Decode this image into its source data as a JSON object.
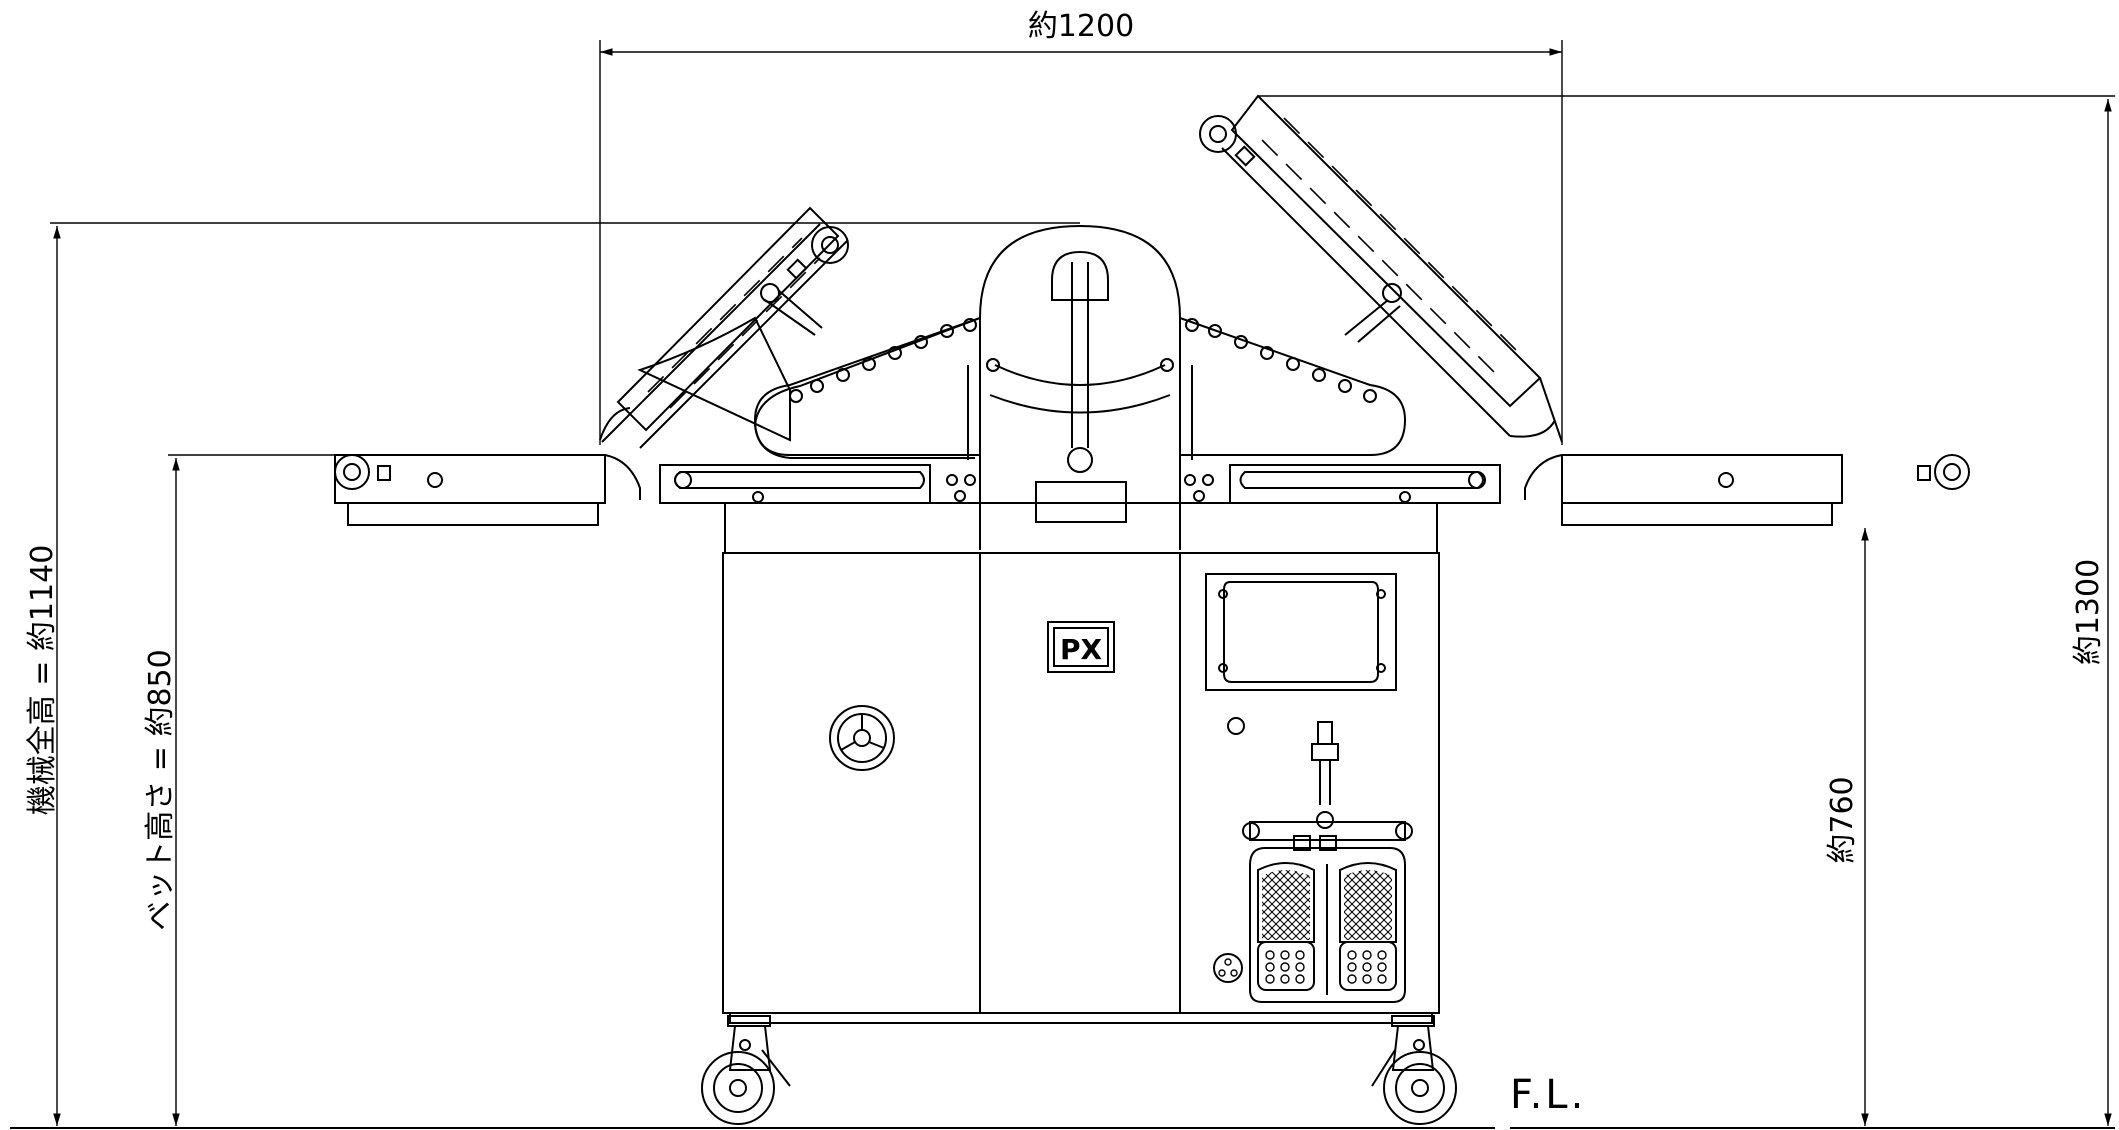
{
  "drawing": {
    "dimensions": {
      "overall_width": "約1200",
      "machine_total_height": "機械全高 = 約1140",
      "bed_height": "ベット高さ = 約850",
      "raised_height": "約1300",
      "table_height": "約760"
    },
    "badge": "PX",
    "floor_label": "F.L."
  }
}
